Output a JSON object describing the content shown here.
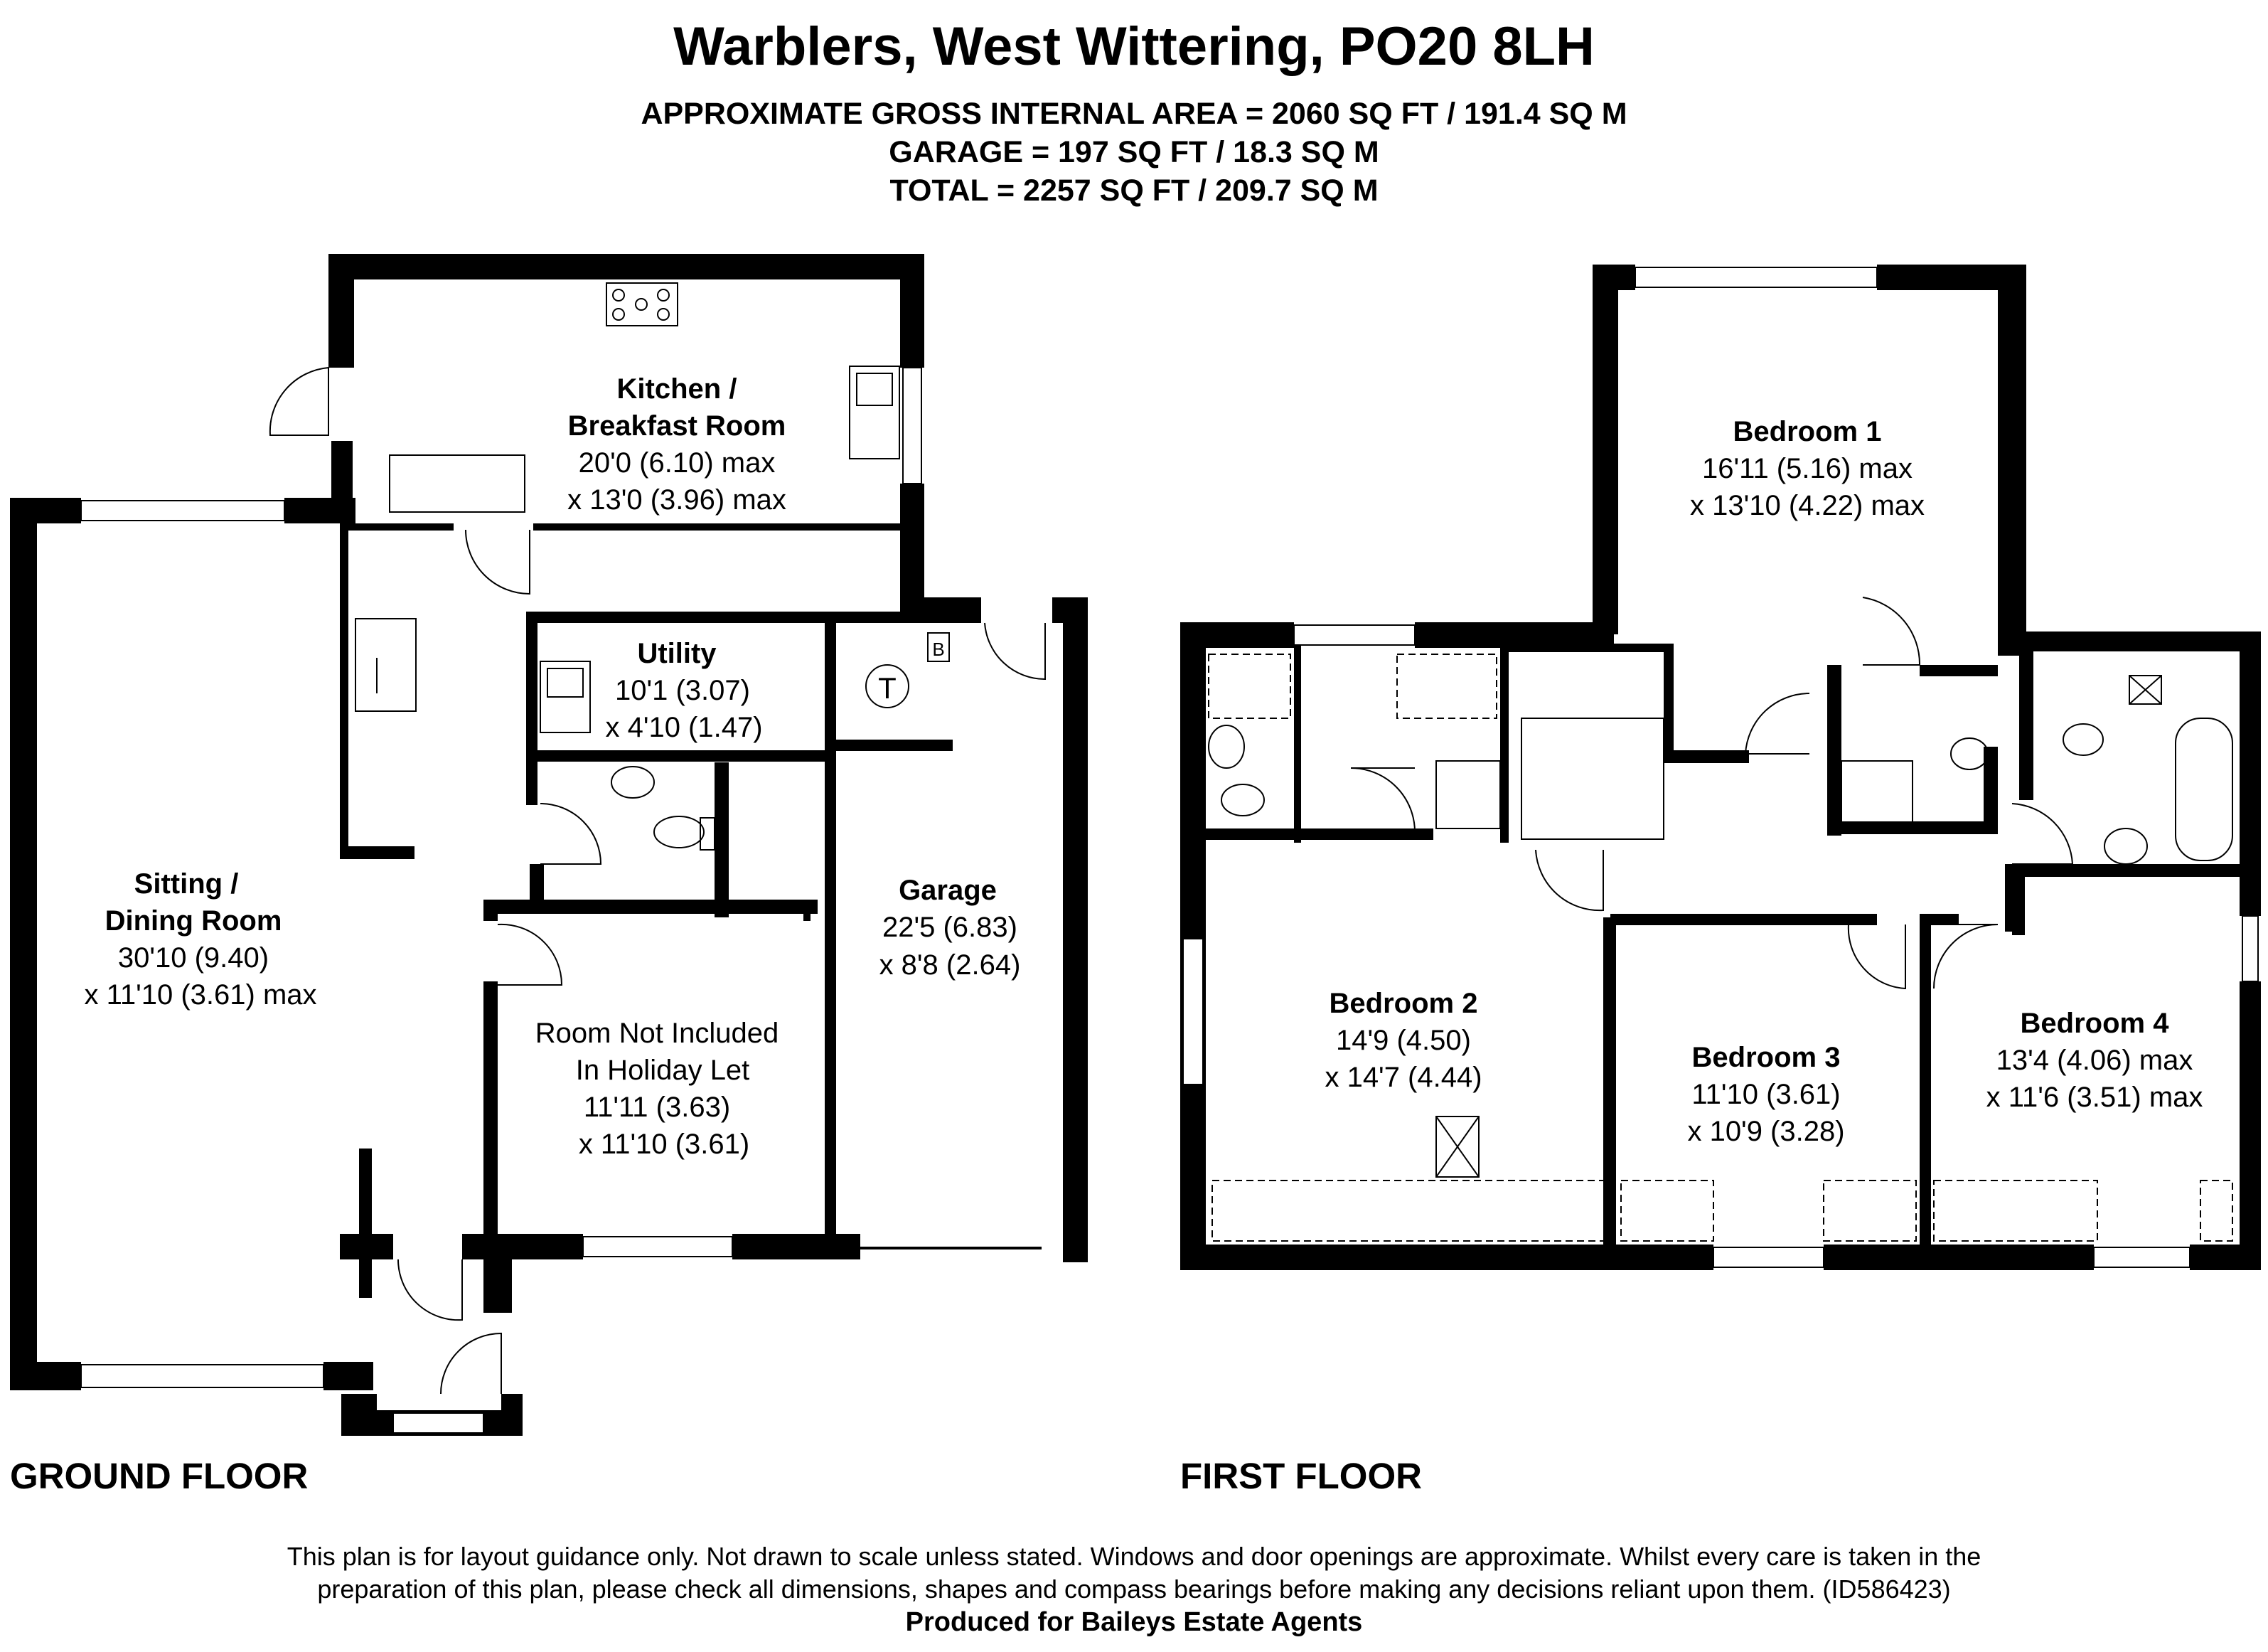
{
  "header": {
    "title": "Warblers, West Wittering, PO20 8LH",
    "area_internal": "APPROXIMATE GROSS INTERNAL AREA = 2060 SQ FT / 191.4 SQ M",
    "area_garage": "GARAGE = 197 SQ FT / 18.3 SQ M",
    "area_total": "TOTAL = 2257 SQ FT / 209.7 SQ M"
  },
  "ground_floor": {
    "label": "GROUND FLOOR",
    "rooms": {
      "kitchen": {
        "name1": "Kitchen /",
        "name2": "Breakfast Room",
        "dim1": "20'0 (6.10) max",
        "dim2": "x 13'0 (3.96) max"
      },
      "sitting": {
        "name1": "Sitting /",
        "name2": "Dining Room",
        "dim1": "30'10 (9.40)",
        "dim2": "x 11'10 (3.61) max"
      },
      "utility": {
        "name": "Utility",
        "dim1": "10'1 (3.07)",
        "dim2": "x 4'10 (1.47)"
      },
      "garage": {
        "name": "Garage",
        "dim1": "22'5 (6.83)",
        "dim2": "x 8'8 (2.64)"
      },
      "not_included": {
        "line1": "Room Not Included",
        "line2": "In Holiday Let",
        "dim1": "11'11 (3.63)",
        "dim2": "x 11'10 (3.61)"
      }
    },
    "symbols": {
      "tank": "T",
      "boiler": "B"
    }
  },
  "first_floor": {
    "label": "FIRST FLOOR",
    "rooms": {
      "bed1": {
        "name": "Bedroom 1",
        "dim1": "16'11 (5.16) max",
        "dim2": "x 13'10 (4.22) max"
      },
      "bed2": {
        "name": "Bedroom 2",
        "dim1": "14'9 (4.50)",
        "dim2": "x 14'7 (4.44)"
      },
      "bed3": {
        "name": "Bedroom 3",
        "dim1": "11'10 (3.61)",
        "dim2": "x 10'9 (3.28)"
      },
      "bed4": {
        "name": "Bedroom 4",
        "dim1": "13'4 (4.06) max",
        "dim2": "x 11'6 (3.51) max"
      }
    }
  },
  "footer": {
    "disclaimer1": "This plan is for layout guidance only. Not drawn to scale unless stated. Windows and door openings are approximate. Whilst every care is taken in the",
    "disclaimer2": "preparation of this plan, please check all dimensions, shapes and compass bearings before making any decisions reliant upon them. (ID586423)",
    "produced": "Produced for Baileys Estate Agents"
  }
}
